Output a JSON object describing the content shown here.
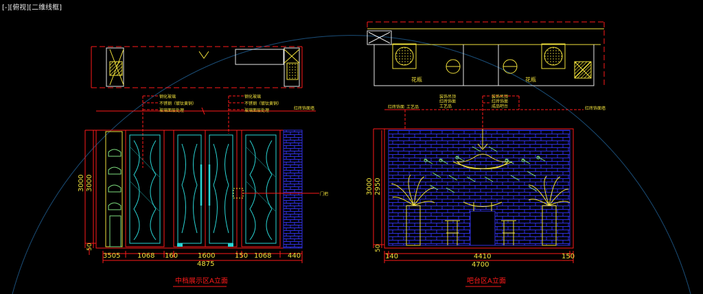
{
  "viewport": {
    "label": "[-][俯视][二维线框]"
  },
  "colors": {
    "background": "#000000",
    "red": "#ff1a1a",
    "yellow": "#f2e23c",
    "cyan": "#2ad6d6",
    "blue": "#2222cc",
    "green": "#7fe07f",
    "white": "#e8e8e8",
    "circle": "#1b4f7a"
  },
  "left_drawing": {
    "title": "中档展示区A立面",
    "dim_bottom": [
      "3505",
      "1068",
      "160",
      "1600",
      "150",
      "1068",
      "440"
    ],
    "dim_total": "4875",
    "dim_height_outer": "3000",
    "dim_height_inner": "3000",
    "dim_height_base": "50",
    "notes_left": [
      "钢化玻璃",
      "不锈钢（镀钛黄铜）",
      "玻璃面层处理"
    ],
    "notes_right": [
      "钢化玻璃",
      "不锈钢（镀钛黄铜）",
      "玻璃面层处理"
    ],
    "note_far_right": "红砖饰面墙",
    "note_door": "门把"
  },
  "right_drawing": {
    "title": "吧台区A立面",
    "dim_bottom": [
      "140",
      "4410",
      "150"
    ],
    "dim_total": "4700",
    "dim_height_outer": "3000",
    "dim_height_inner": "2950",
    "dim_height_base": "50",
    "notes_left": [
      "红砖饰面",
      "工艺品"
    ],
    "notes_mid": [
      "装饰吊顶",
      "红砖饰面",
      "工艺品"
    ],
    "notes_right": [
      "装饰吊顶",
      "红砖饰面",
      "成品吧台"
    ],
    "note_far_right": "红砖饰面墙",
    "plan_labels": [
      "花瓶",
      "花瓶"
    ]
  }
}
